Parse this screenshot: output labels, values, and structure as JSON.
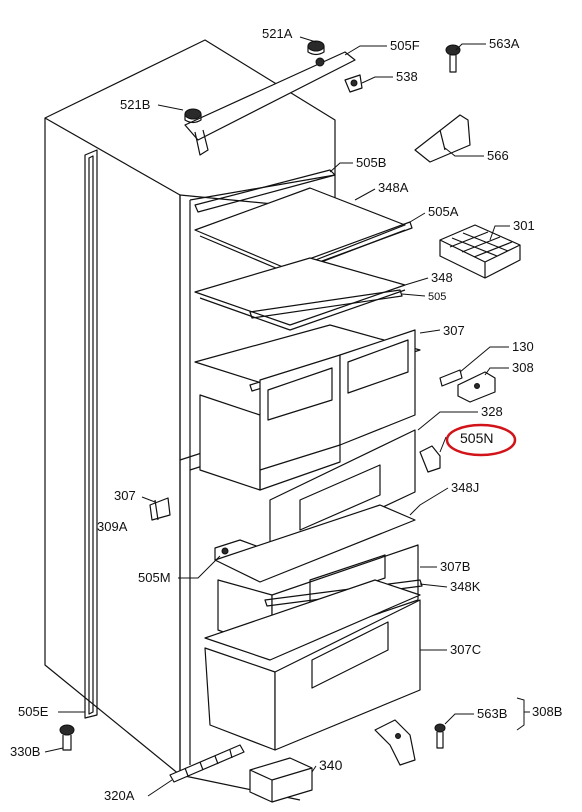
{
  "diagram": {
    "labels": {
      "l_521a": "521A",
      "l_505f": "505F",
      "l_563a": "563A",
      "l_538": "538",
      "l_521b": "521B",
      "l_566": "566",
      "l_505b": "505B",
      "l_348a": "348A",
      "l_505a": "505A",
      "l_301": "301",
      "l_348": "348",
      "l_505": "505",
      "l_307": "307",
      "l_130": "130",
      "l_308": "308",
      "l_328": "328",
      "l_505n": "505N",
      "l_307b_left": "307",
      "l_309a": "309A",
      "l_348j": "348J",
      "l_505m": "505M",
      "l_307b": "307B",
      "l_348k": "348K",
      "l_307c": "307C",
      "l_505e": "505E",
      "l_308b": "308B",
      "l_563b": "563B",
      "l_330b": "330B",
      "l_340": "340",
      "l_320a": "320A"
    },
    "highlight_color": "#d0141a",
    "line_color": "#111111"
  }
}
